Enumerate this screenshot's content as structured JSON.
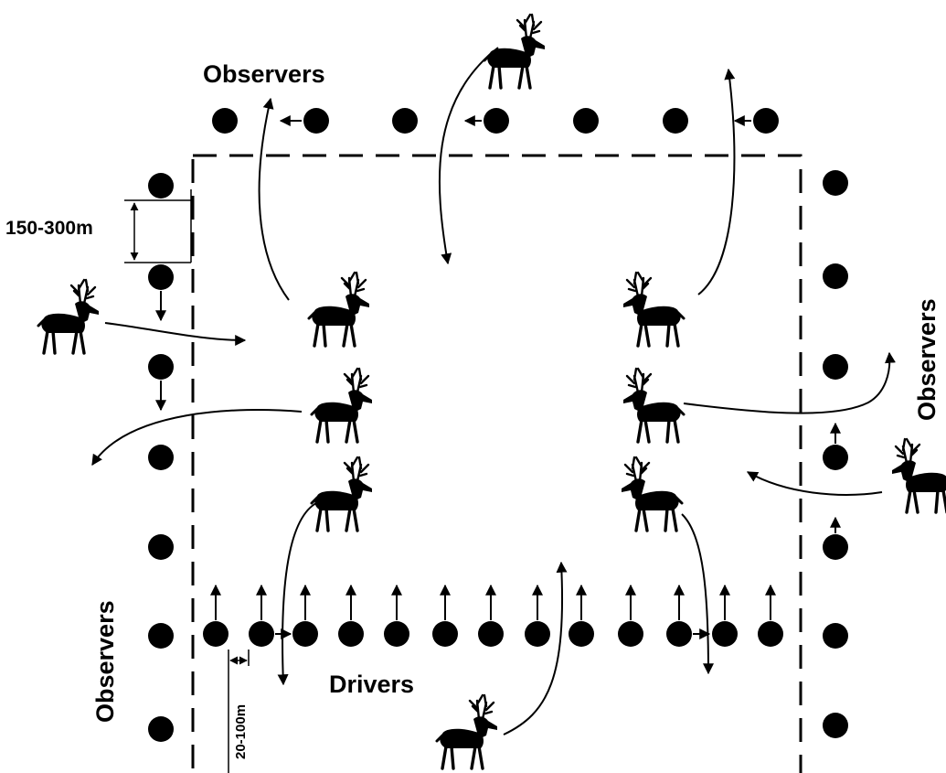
{
  "labels": {
    "observers_top": "Observers",
    "observers_right": "Observers",
    "observers_left": "Observers",
    "drivers": "Drivers",
    "observer_spacing": "150-300m",
    "driver_spacing": "20-100m"
  },
  "colors": {
    "ink": "#000000",
    "background": "#ffffff"
  },
  "icons": {
    "animal": "deer-icon",
    "person": "person-dot-icon"
  }
}
